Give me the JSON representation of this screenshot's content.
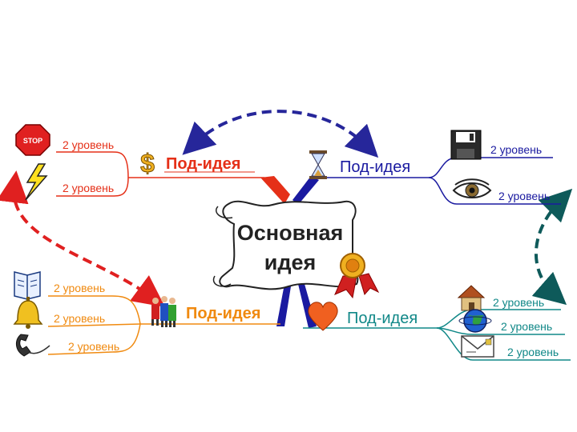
{
  "central": {
    "line1": "Основная",
    "line2": "идея"
  },
  "branches": {
    "top_left": {
      "title": "Под-идея",
      "sub": [
        "2 уровень",
        "2 уровень"
      ],
      "icons": [
        "stop-sign-icon",
        "lightning-icon",
        "dollar-icon"
      ]
    },
    "top_right": {
      "title": "Под-идея",
      "sub": [
        "2 уровень",
        "2 уровень"
      ],
      "icons": [
        "hourglass-icon",
        "floppy-disk-icon",
        "eye-icon"
      ]
    },
    "bottom_left": {
      "title": "Под-идея",
      "sub": [
        "2 уровень",
        "2 уровень",
        "2 уровень"
      ],
      "icons": [
        "people-icon",
        "book-icon",
        "bell-icon",
        "phone-icon"
      ]
    },
    "bottom_right": {
      "title": "Под-идея",
      "sub": [
        "2 уровень",
        "2 уровень",
        "2 уровень"
      ],
      "icons": [
        "heart-icon",
        "house-icon",
        "globe-icon",
        "envelope-icon"
      ]
    }
  },
  "colors": {
    "top_left": "#e53018",
    "top_right": "#1a1aa0",
    "bottom_left": "#f08a10",
    "bottom_right": "#118888",
    "central_text": "#222222",
    "arrow_blue": "#26269a",
    "arrow_red": "#e02020",
    "arrow_teal": "#0e5a5a"
  }
}
